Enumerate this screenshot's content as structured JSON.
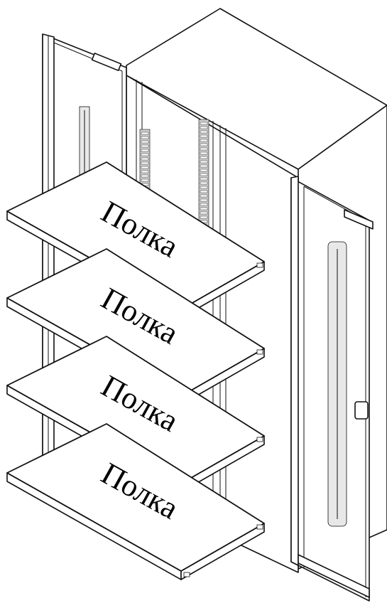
{
  "shelves": [
    {
      "label": "Полка"
    },
    {
      "label": "Полка"
    },
    {
      "label": "Полка"
    },
    {
      "label": "Полка"
    }
  ]
}
